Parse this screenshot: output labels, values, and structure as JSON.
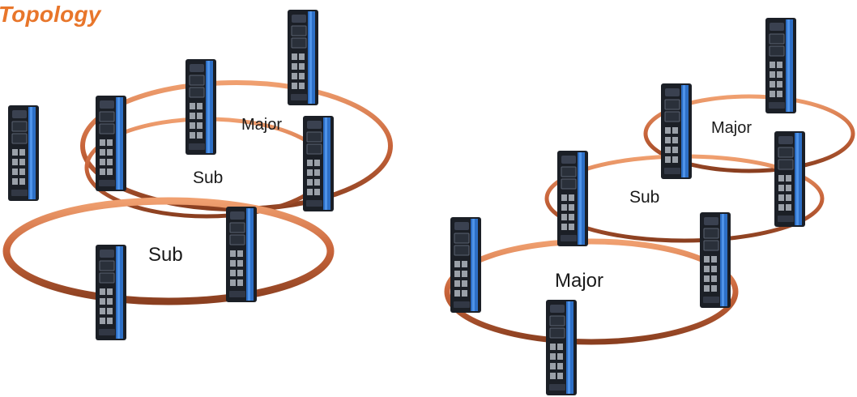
{
  "title": "Topology",
  "colors": {
    "title": "#e8762b",
    "ring_copper": "#c86a3a",
    "switch_body": "#1b1f26",
    "switch_accent": "#2d6fc6"
  },
  "left_diagram": {
    "labels": {
      "major": "Major",
      "sub_upper": "Sub",
      "sub_lower": "Sub"
    }
  },
  "right_diagram": {
    "labels": {
      "major_upper": "Major",
      "sub": "Sub",
      "major_lower": "Major"
    }
  },
  "icons": {
    "device": "industrial-ethernet-switch-icon"
  }
}
